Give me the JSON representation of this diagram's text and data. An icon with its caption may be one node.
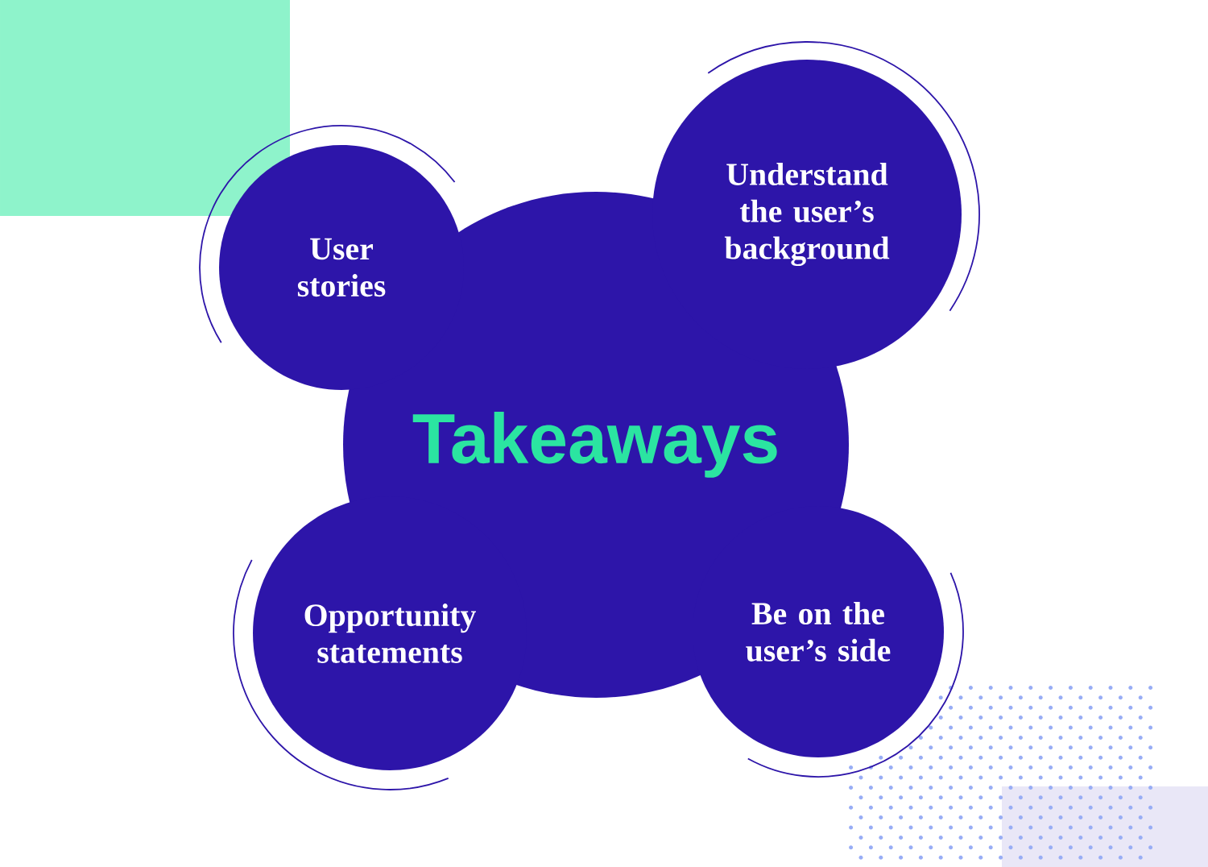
{
  "diagram": {
    "nodes": [
      {
        "text": [
          "User stories"
        ]
      },
      {
        "text": [
          "Understand the user’s background"
        ]
      },
      {
        "text": [
          "Takeaways"
        ]
      },
      {
        "text": [
          "Opportunity statements"
        ]
      },
      {
        "text": [
          "Be on the user’s side"
        ]
      }
    ]
  }
}
